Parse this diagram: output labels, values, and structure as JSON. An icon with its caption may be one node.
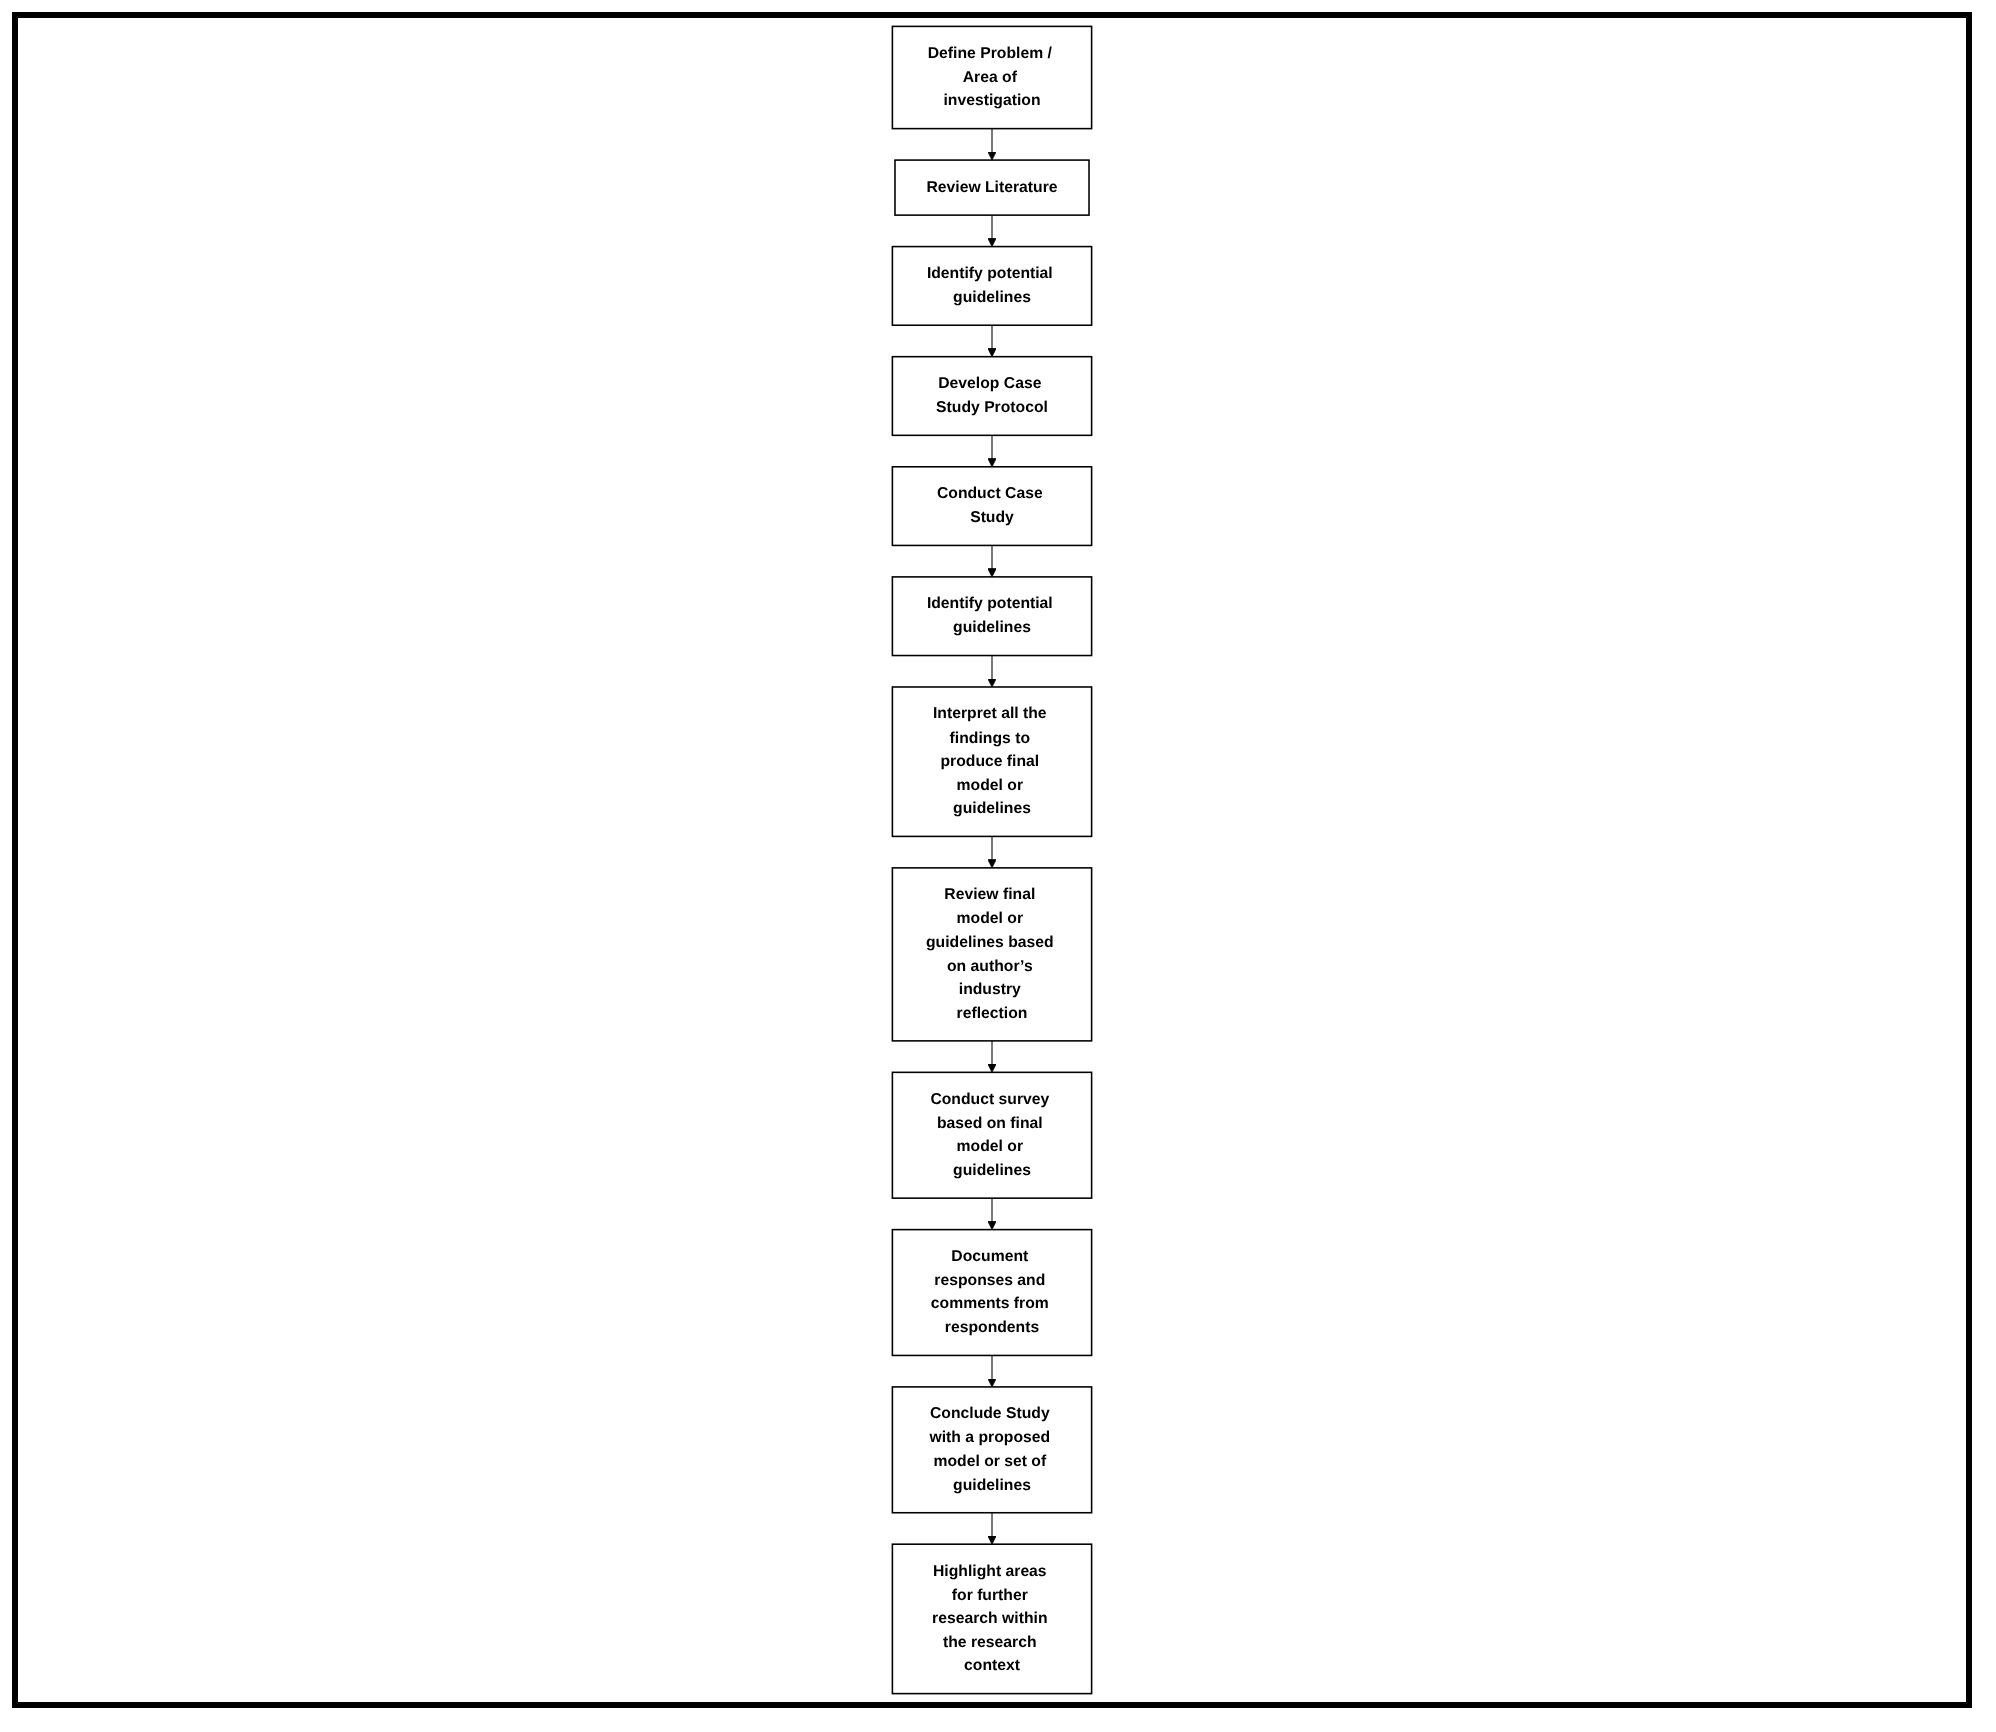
{
  "diagram": {
    "nodes": [
      {
        "text": [
          "Define Problem / Area of investigation"
        ]
      },
      {
        "text": [
          "Review Literature"
        ]
      },
      {
        "text": [
          "Identify potential guidelines"
        ]
      },
      {
        "text": [
          "Develop Case Study Protocol"
        ]
      },
      {
        "text": [
          "Conduct Case Study"
        ]
      },
      {
        "text": [
          "Identify potential guidelines"
        ]
      },
      {
        "text": [
          "Interpret all the findings to produce final model or guidelines"
        ]
      },
      {
        "text": [
          "Review final model or guidelines based on author’s industry reflection"
        ]
      },
      {
        "text": [
          "Conduct survey based on final model or guidelines"
        ]
      },
      {
        "text": [
          "Document responses and comments from respondents"
        ]
      },
      {
        "text": [
          "Conclude Study with a proposed model or set of guidelines"
        ]
      },
      {
        "text": [
          "Highlight areas for further research within the research context"
        ]
      }
    ],
    "edges": [
      {
        "from": 0,
        "to": 1,
        "arrow": "to"
      },
      {
        "from": 1,
        "to": 2,
        "arrow": "to"
      },
      {
        "from": 2,
        "to": 3,
        "arrow": "to"
      },
      {
        "from": 3,
        "to": 4,
        "arrow": "to"
      },
      {
        "from": 4,
        "to": 5,
        "arrow": "to"
      },
      {
        "from": 5,
        "to": 6,
        "arrow": "to"
      },
      {
        "from": 6,
        "to": 7,
        "arrow": "to"
      },
      {
        "from": 7,
        "to": 8,
        "arrow": "to"
      },
      {
        "from": 8,
        "to": 9,
        "arrow": "to"
      },
      {
        "from": 9,
        "to": 10,
        "arrow": "to"
      },
      {
        "from": 10,
        "to": 11,
        "arrow": "to"
      }
    ]
  }
}
